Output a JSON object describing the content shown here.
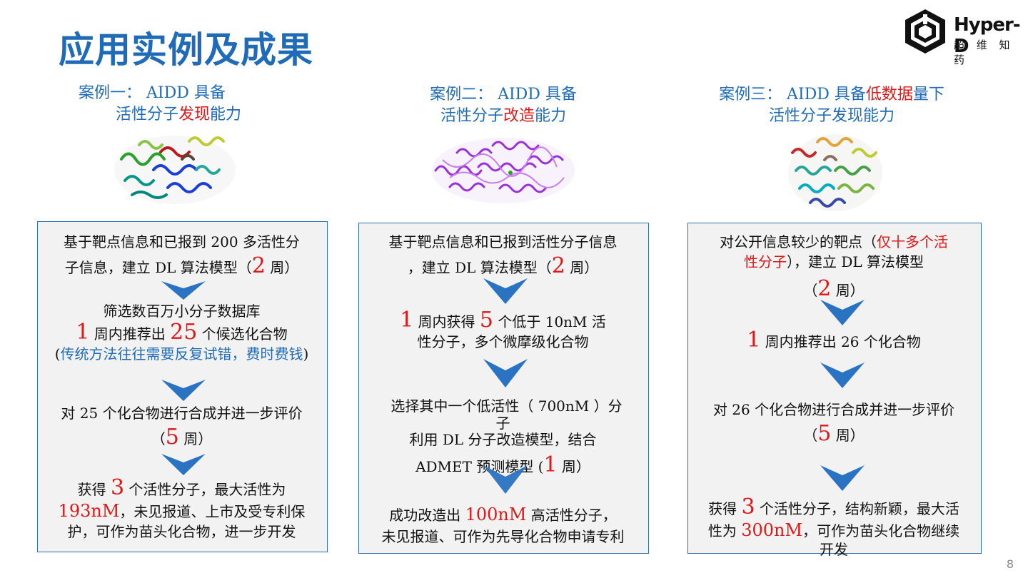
{
  "title": "应用实例及成果",
  "logo": {
    "name_en": "Hyper-D",
    "name_cn": "超 维 知 药"
  },
  "case1": {
    "title_l1": "案例一： AIDD 具备",
    "title_l2_a": "活性分子",
    "title_l2_red": "发现",
    "title_l2_b": "能力",
    "s1_l1": "基于靶点信息和已报到 200 多活性分",
    "s1_l2_a": "子信息，建立 DL 算法模型（",
    "s1_l2_num": "2",
    "s1_l2_b": " 周）",
    "s2_l1": "筛选数百万小分子数据库",
    "s2_l2_num1": "1",
    "s2_l2_a": " 周内推荐出 ",
    "s2_l2_num2": "25",
    "s2_l2_b": " 个候选化合物",
    "s2_l3_open": "(",
    "s2_l3_blue": "传统方法往往需要反复试错，费时费钱",
    "s2_l3_close": ")",
    "s3_l1": "对 25 个化合物进行合成并进一步评价",
    "s3_l2_a": "（",
    "s3_l2_num": "5",
    "s3_l2_b": " 周）",
    "s4_l1_a": "获得 ",
    "s4_l1_num": "3",
    "s4_l1_b": " 个活性分子，最大活性为",
    "s4_l2_red": "193nM",
    "s4_l2_b": "，未见报道、上市及受专利保",
    "s4_l3": "护，可作为苗头化合物，进一步开发"
  },
  "case2": {
    "title_l1": "案例二： AIDD 具备",
    "title_l2_a": "活性分子",
    "title_l2_red": "改造",
    "title_l2_b": "能力",
    "s1_l1": "基于靶点信息和已报到活性分子信息",
    "s1_l2_a": "，建立 DL 算法模型（",
    "s1_l2_num": "2",
    "s1_l2_b": " 周）",
    "s2_l1_num1": "1",
    "s2_l1_a": " 周内获得 ",
    "s2_l1_num2": "5",
    "s2_l1_b": " 个低于 10nM 活",
    "s2_l2": "性分子，多个微摩级化合物",
    "s3_l1": "选择其中一个低活性（ 700nM ）分",
    "s3_l2": "子",
    "s3_l3": "利用 DL 分子改造模型，结合",
    "s3_l4_a": "ADMET 预测模型 (",
    "s3_l4_num": "1",
    "s3_l4_b": " 周）",
    "s4_l1_a": "成功改造出 ",
    "s4_l1_red": "100nM",
    "s4_l1_b": " 高活性分子，",
    "s4_l2": "未见报道、可作为先导化合物申请专利"
  },
  "case3": {
    "title_l1_a": "案例三： AIDD 具备",
    "title_l1_red": "低数据",
    "title_l1_b": "量下",
    "title_l2": "活性分子发现能力",
    "s1_l1_a": "对公开信息较少的靶点（",
    "s1_l1_red": "仅十多个活",
    "s1_l2_red": "性分子",
    "s1_l2_b": "），建立 DL 算法模型",
    "s1_l3_a": "（",
    "s1_l3_num": "2",
    "s1_l3_b": " 周）",
    "s2_l1_num": "1",
    "s2_l1_b": " 周内推荐出 26 个化合物",
    "s3_l1": "对 26 个化合物进行合成并进一步评价",
    "s3_l2_a": "（",
    "s3_l2_num": "5",
    "s3_l2_b": " 周）",
    "s4_l1_a": "获得 ",
    "s4_l1_num": "3",
    "s4_l1_b": " 个活性分子，结构新颖，最大活",
    "s4_l2_a": "性为 ",
    "s4_l2_red": "300nM",
    "s4_l2_b": "，可作为苗头化合物继续",
    "s4_l3": "开发"
  },
  "page_number": "8",
  "colors": {
    "title_blue": "#1f6bb8",
    "highlight_red": "#e01818",
    "arrow_blue": "#2a73c2",
    "box_border": "#2e6fb0",
    "box_fill": "#f2f2f2"
  }
}
